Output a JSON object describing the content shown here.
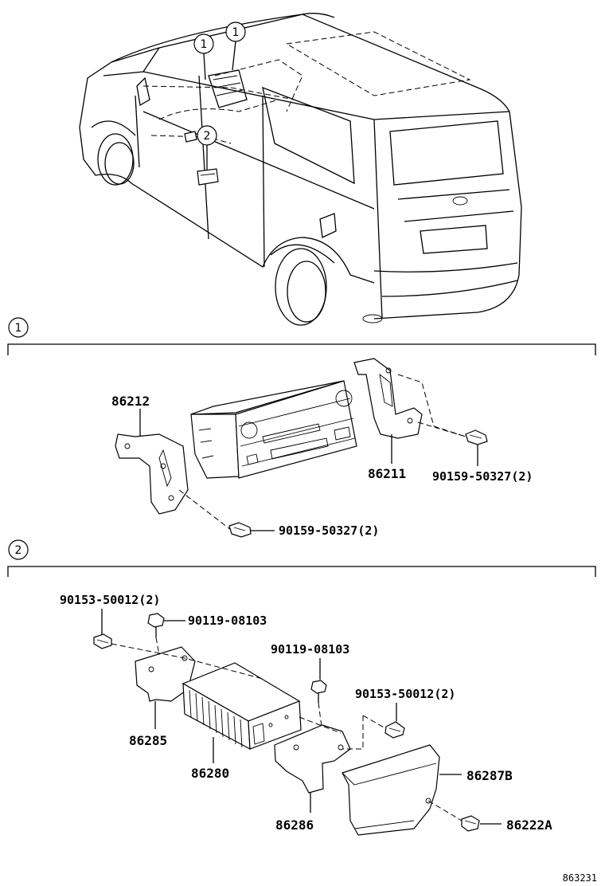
{
  "callouts": {
    "section1_marker": "1",
    "section2_marker": "2"
  },
  "section1": {
    "parts": {
      "bracket_left": "86212",
      "bracket_right": "86211",
      "bolt_right": "90159-50327(2)",
      "bolt_left": "90159-50327(2)"
    }
  },
  "section2": {
    "parts": {
      "screw_top_left": "90153-50012(2)",
      "bolt_top": "90119-08103",
      "bolt_mid": "90119-08103",
      "screw_right": "90153-50012(2)",
      "bracket_left": "86285",
      "amplifier": "86280",
      "cover": "86287B",
      "bracket_right": "86286",
      "clip": "86222A"
    }
  },
  "figure_code": "863231"
}
